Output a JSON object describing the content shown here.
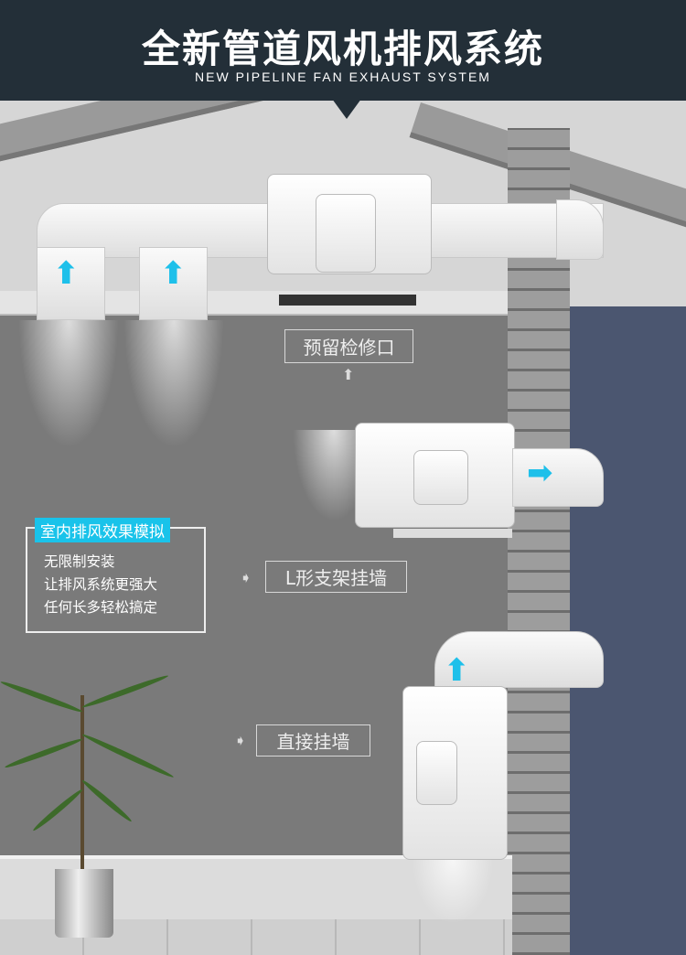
{
  "header": {
    "title": "全新管道风机排风系统",
    "subtitle": "NEW PIPELINE FAN EXHAUST SYSTEM"
  },
  "labels": {
    "access_port": "预留检修口",
    "l_bracket": "L形支架挂墙",
    "direct_wall": "直接挂墙"
  },
  "info": {
    "title": "室内排风效果模拟",
    "lines": [
      "无限制安装",
      "让排风系统更强大",
      "任何长多轻松搞定"
    ]
  },
  "colors": {
    "header_bg": "#232f38",
    "accent": "#19c3ea",
    "outside_wall": "#4b5670"
  }
}
